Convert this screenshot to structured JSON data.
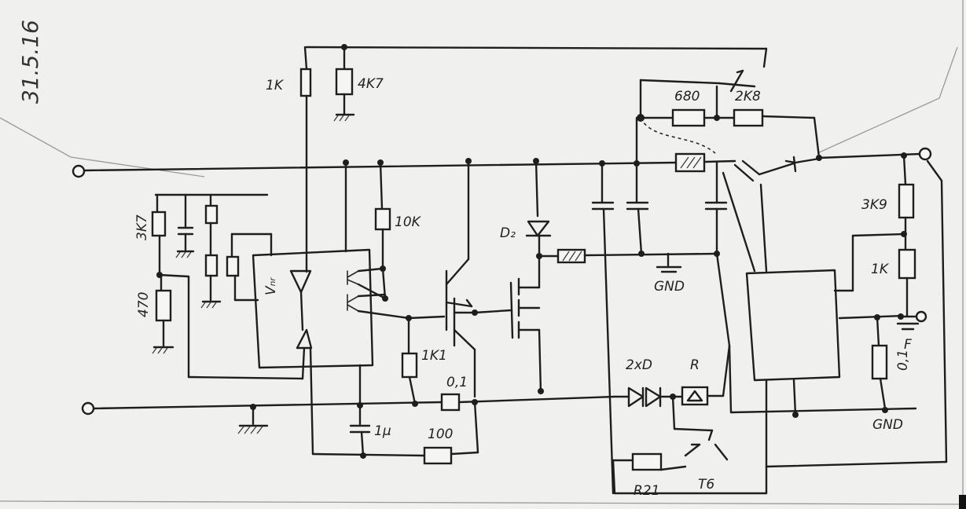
{
  "date": "31.5.16",
  "labels": {
    "r_1k_top": "1K",
    "r_4k7_top": "4K7",
    "r_680": "680",
    "r_2k8": "2K8",
    "r_3k7": "3K7",
    "r_470": "470",
    "vref": "Vₙᵣ",
    "r_10k": "10K",
    "d2": "D₂",
    "r_1k1": "1K1",
    "c_01": "0,1",
    "c_1u": "1µ",
    "r_100": "100",
    "gnd_mid": "GND",
    "label_2xd": "2xD",
    "label_r": "R",
    "r_r21": "R21",
    "t6": "T6",
    "r_3k9": "3K9",
    "r_1k_right": "1K",
    "c_01_right": "0,1",
    "out_f": "F",
    "gnd_right": "GND"
  }
}
